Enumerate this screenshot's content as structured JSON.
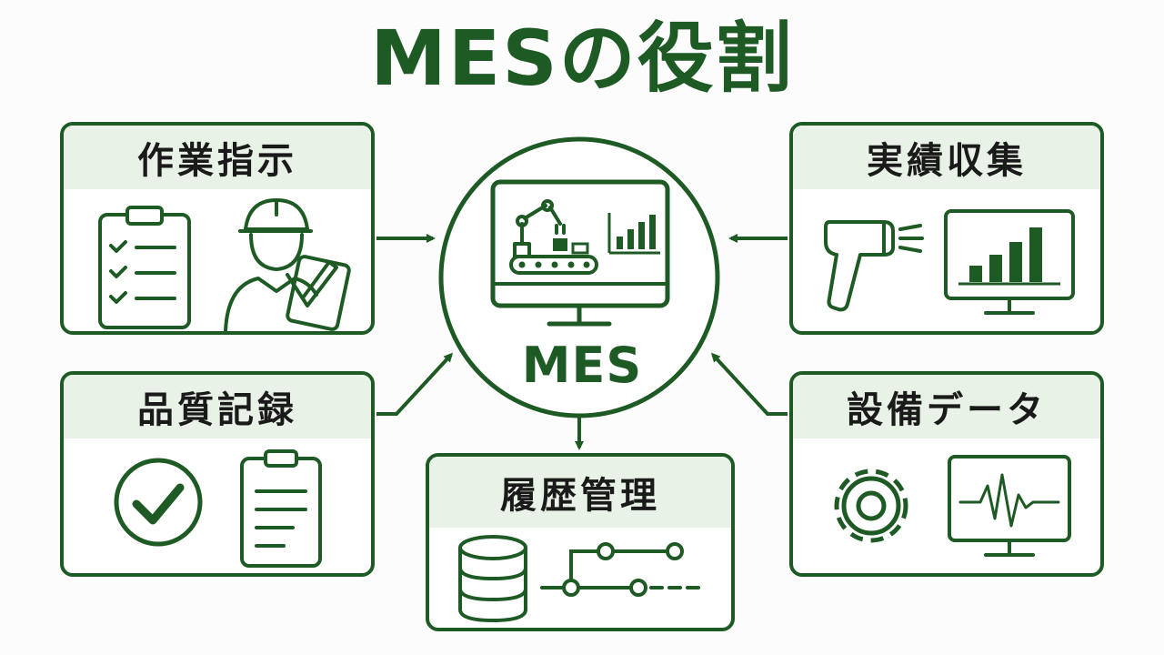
{
  "title": "MESの役割",
  "center": {
    "label": "MES"
  },
  "cards": {
    "work": {
      "label": "作業指示"
    },
    "quality": {
      "label": "品質記録"
    },
    "history": {
      "label": "履歴管理"
    },
    "results": {
      "label": "実績収集"
    },
    "equipment": {
      "label": "設備データ"
    }
  },
  "colors": {
    "primary": "#1e5a24",
    "header_bg": "#e9f2e6",
    "text": "#1a1a1a"
  },
  "icons": {
    "center": [
      "monitor-icon",
      "robot-arm-icon",
      "conveyor-icon",
      "bar-chart-icon"
    ],
    "work": [
      "clipboard-checklist-icon",
      "worker-with-tablet-icon"
    ],
    "quality": [
      "check-circle-icon",
      "clipboard-document-icon"
    ],
    "history": [
      "database-icon",
      "timeline-icon"
    ],
    "results": [
      "barcode-scanner-icon",
      "bar-chart-monitor-icon"
    ],
    "equipment": [
      "gear-icon",
      "waveform-monitor-icon"
    ]
  }
}
